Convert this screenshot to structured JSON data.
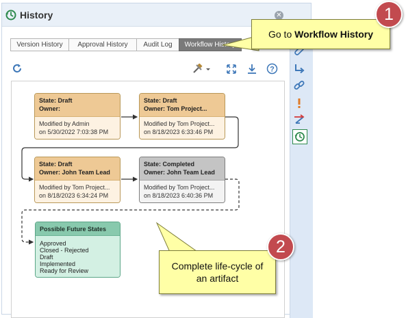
{
  "panel": {
    "title": "History"
  },
  "tabs": [
    {
      "label": "Version History"
    },
    {
      "label": "Approval History"
    },
    {
      "label": "Audit Log"
    },
    {
      "label": "Workflow History",
      "active": true
    }
  ],
  "workflow": {
    "states": [
      {
        "state": "State: Draft",
        "owner": "Owner:",
        "modified_by": "Modified by Admin",
        "modified_on": "on 5/30/2022 7:03:38 PM"
      },
      {
        "state": "State: Draft",
        "owner": "Owner: Tom Project...",
        "modified_by": "Modified by Tom Project...",
        "modified_on": "on 8/18/2023 6:33:46 PM"
      },
      {
        "state": "State: Draft",
        "owner": "Owner: John Team Lead",
        "modified_by": "Modified by Tom Project...",
        "modified_on": "on 8/18/2023 6:34:24 PM"
      },
      {
        "state": "State: Completed",
        "owner": "Owner: John Team Lead",
        "modified_by": "Modified by Tom Project...",
        "modified_on": "on 8/18/2023 6:40:36 PM"
      }
    ],
    "future": {
      "title": "Possible Future States",
      "items": [
        "Approved",
        "Closed - Rejected",
        "Draft",
        "Implemented",
        "Ready for Review"
      ]
    }
  },
  "callouts": {
    "goto_prefix": "Go to ",
    "goto_bold": "Workflow History",
    "lifecycle_line1": "Complete life-cycle of",
    "lifecycle_line2": "an artifact",
    "badge1": "1",
    "badge2": "2"
  },
  "colors": {
    "accent": "#3d77b8",
    "draft_header": "#eec995",
    "completed_header": "#c4c4c4",
    "future_header": "#88c9ad",
    "callout_fill": "#ffffa6",
    "badge": "#c24a4f"
  },
  "icons": {
    "title": "history-clock-icon",
    "close": "close-icon",
    "refresh": "refresh-icon",
    "tools": "tools-dropdown-icon",
    "fit": "fit-to-screen-icon",
    "download": "download-icon",
    "help": "help-icon",
    "sidebar": [
      "paperclip-icon",
      "link-arrow-icon",
      "link-icon",
      "exclamation-icon",
      "trace-arrow-icon",
      "history-clock-icon"
    ]
  }
}
